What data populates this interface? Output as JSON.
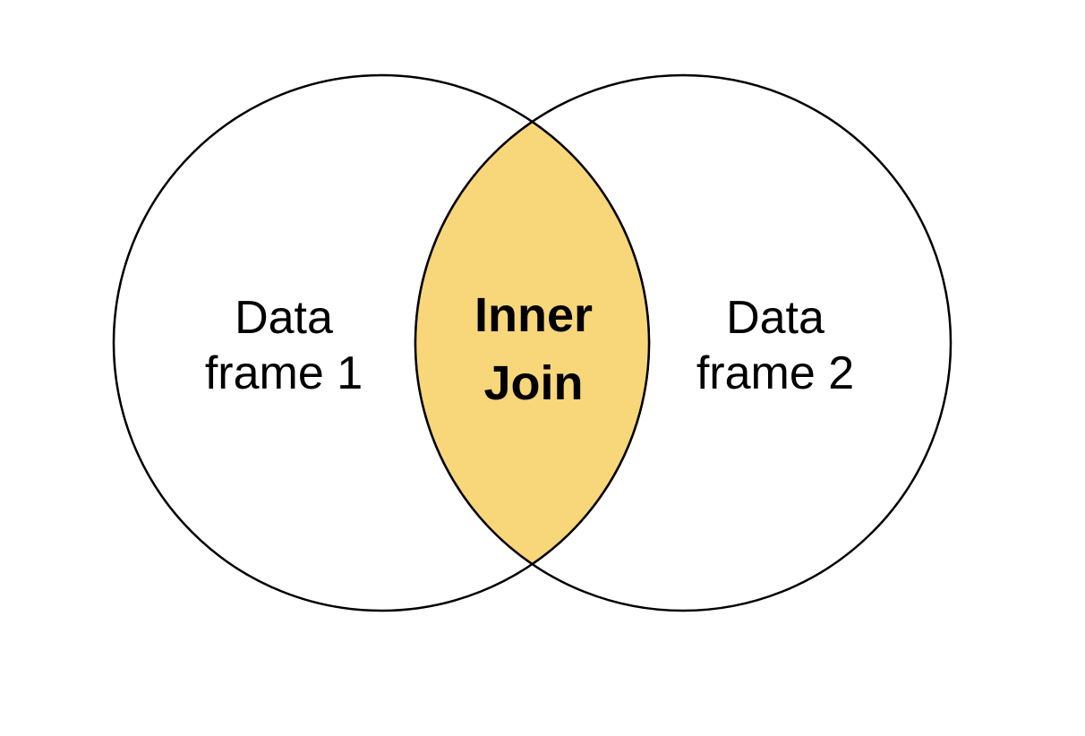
{
  "diagram": {
    "type": "venn",
    "left_set": {
      "line1": "Data",
      "line2": "frame 1"
    },
    "right_set": {
      "line1": "Data",
      "line2": "frame 2"
    },
    "intersection": {
      "line1": "Inner",
      "line2": "Join"
    },
    "colors": {
      "intersection_fill": "#F8D67A",
      "circle_stroke": "#000000",
      "text": "#000000",
      "background": "#FFFFFF"
    }
  }
}
